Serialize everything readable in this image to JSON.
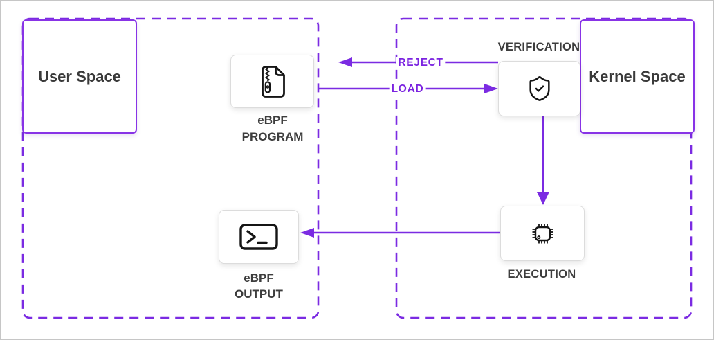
{
  "colors": {
    "accent_purple": "#7b2be2",
    "space_box_border": "#8833e6",
    "node_border": "#dcdcdc",
    "label_text": "#3d3d3d",
    "icon_stroke": "#151515",
    "frame": "#c6c6c6",
    "background": "#ffffff"
  },
  "spaces": {
    "user": {
      "label": "User Space"
    },
    "kernel": {
      "label": "Kernel Space"
    }
  },
  "nodes": {
    "program": {
      "line1": "eBPF",
      "line2": "PROGRAM",
      "icon": "zip-file-icon"
    },
    "verification": {
      "label": "VERIFICATION",
      "icon": "shield-check-icon"
    },
    "execution": {
      "label": "EXECUTION",
      "icon": "cpu-chip-icon"
    },
    "output": {
      "line1": "eBPF",
      "line2": "OUTPUT",
      "icon": "terminal-icon"
    }
  },
  "edges": {
    "reject": {
      "label": "REJECT",
      "from": "verification",
      "to": "ebpf-program"
    },
    "load": {
      "label": "LOAD",
      "from": "ebpf-program",
      "to": "verification"
    },
    "verify_to_exec": {
      "label": "",
      "from": "verification",
      "to": "execution"
    },
    "exec_to_output": {
      "label": "",
      "from": "execution",
      "to": "ebpf-output"
    }
  }
}
